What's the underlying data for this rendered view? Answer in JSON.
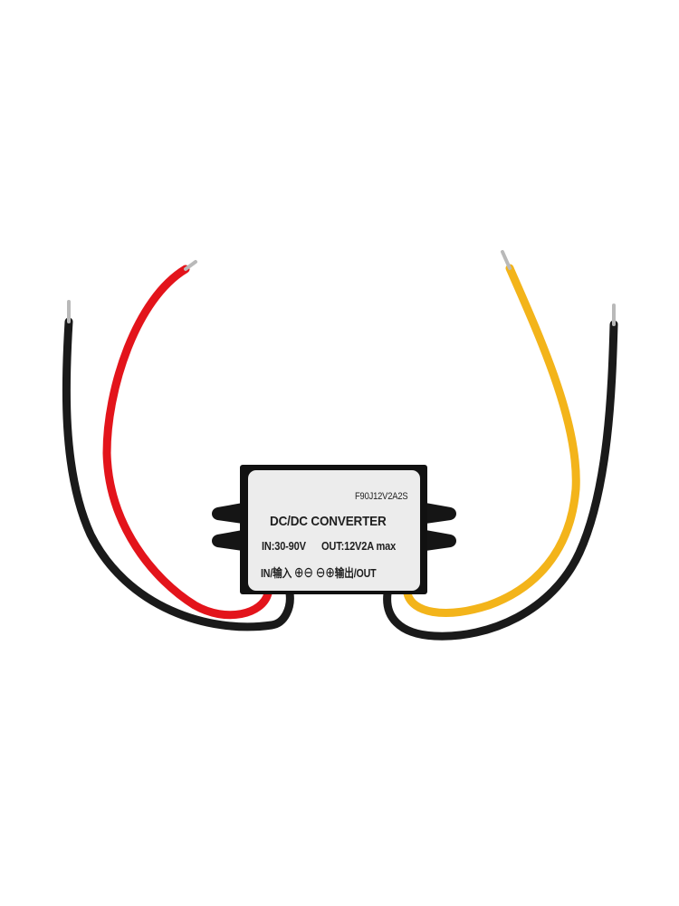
{
  "image": {
    "subject": "DC/DC converter module with four wires",
    "background_color": "#ffffff"
  },
  "module": {
    "body_color": "#111111",
    "label_color": "#ececec",
    "label": {
      "model": "F90J12V2A2S",
      "title": "DC/DC CONVERTER",
      "input_spec": "IN:30-90V",
      "output_spec": "OUT:12V2A max",
      "pinout": "IN/输入 ⊕⊖ ⊖⊕输出/OUT"
    }
  },
  "wires": [
    {
      "name": "input-negative",
      "color": "#1a1a1a"
    },
    {
      "name": "input-positive",
      "color": "#e3141b"
    },
    {
      "name": "output-positive",
      "color": "#f3b41a"
    },
    {
      "name": "output-negative",
      "color": "#1a1a1a"
    }
  ]
}
